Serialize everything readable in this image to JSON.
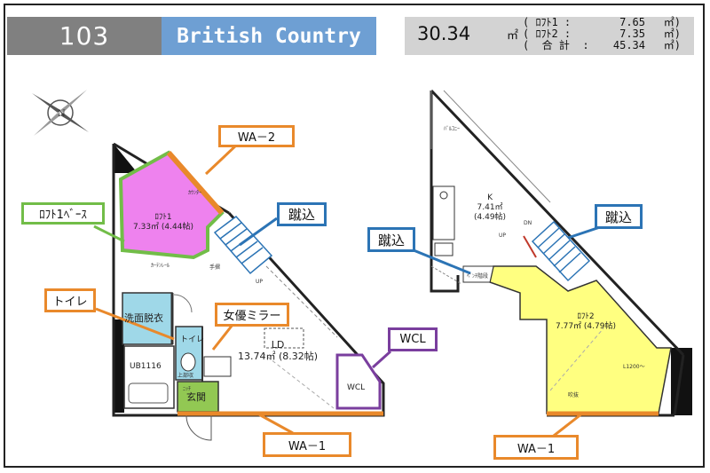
{
  "header": {
    "unit_number": "103",
    "style_name": "British Country",
    "total_area": "30.34",
    "area_unit": "㎡",
    "lofts": [
      {
        "label": "( ﾛﾌﾄ1 :",
        "value": "7.65",
        "unit": "㎡)"
      },
      {
        "label": "( ﾛﾌﾄ2 :",
        "value": "7.35",
        "unit": "㎡)"
      },
      {
        "label": "(  合 計  :",
        "value": "45.34",
        "unit": "㎡)"
      }
    ]
  },
  "compass": {
    "icon": "compass-rose-icon",
    "label": "N"
  },
  "callouts": {
    "wa2": "WA－2",
    "loft1_space": "ﾛﾌﾄ1ﾍﾞｰｽ",
    "stairs_left": "蹴込",
    "toilet": "トイレ",
    "mirror": "女優ミラー",
    "wcl": "WCL",
    "wa1_left": "WA－1",
    "stairs_right_top": "蹴込",
    "stairs_right_left": "蹴込",
    "wa1_right": "WA－1"
  },
  "rooms": {
    "loft1_name": "ﾛﾌﾄ1",
    "loft1_area": "7.33㎡ (4.44帖)",
    "ld_name": "LD",
    "ld_area": "13.74㎡ (8.32帖)",
    "washroom": "洗面脱衣",
    "toilet_label": "トイレ",
    "ub": "UB1116",
    "entrance": "玄関",
    "wcl_label": "WCL",
    "up_left": "UP",
    "handrail": "手摺",
    "curtain_rail": "ｶｰﾃﾝﾚｰﾙ",
    "counter": "ｶｳﾝﾀｰ",
    "storage_upper": "上部収",
    "ladder": "ﾆｯﾁ",
    "kitchen_name": "K",
    "kitchen_area": "7.41㎡",
    "kitchen_tatami": "(4.49帖)",
    "balcony": "ﾊﾞﾙｺﾆｰ",
    "dn": "DN",
    "up_right": "UP",
    "stair_rail": "ﾍﾞﾝﾁ階段",
    "loft2_name": "ﾛﾌﾄ2",
    "loft2_area": "7.77㎡ (4.79帖)",
    "fukinuke": "吹抜",
    "ceiling_height": "L1200～"
  },
  "colors": {
    "header_gray": "#808080",
    "style_blue": "#6e9fd3",
    "area_gray": "#d3d3d3",
    "loft1_fill": "#ee82ee",
    "loft2_fill": "#ffff80",
    "wash_fill": "#9fd8e8",
    "entrance_fill": "#92c853",
    "callout_orange": "#e9892b",
    "callout_green": "#72bd48",
    "callout_blue": "#2c74b5",
    "callout_purple": "#7a3e9e"
  }
}
